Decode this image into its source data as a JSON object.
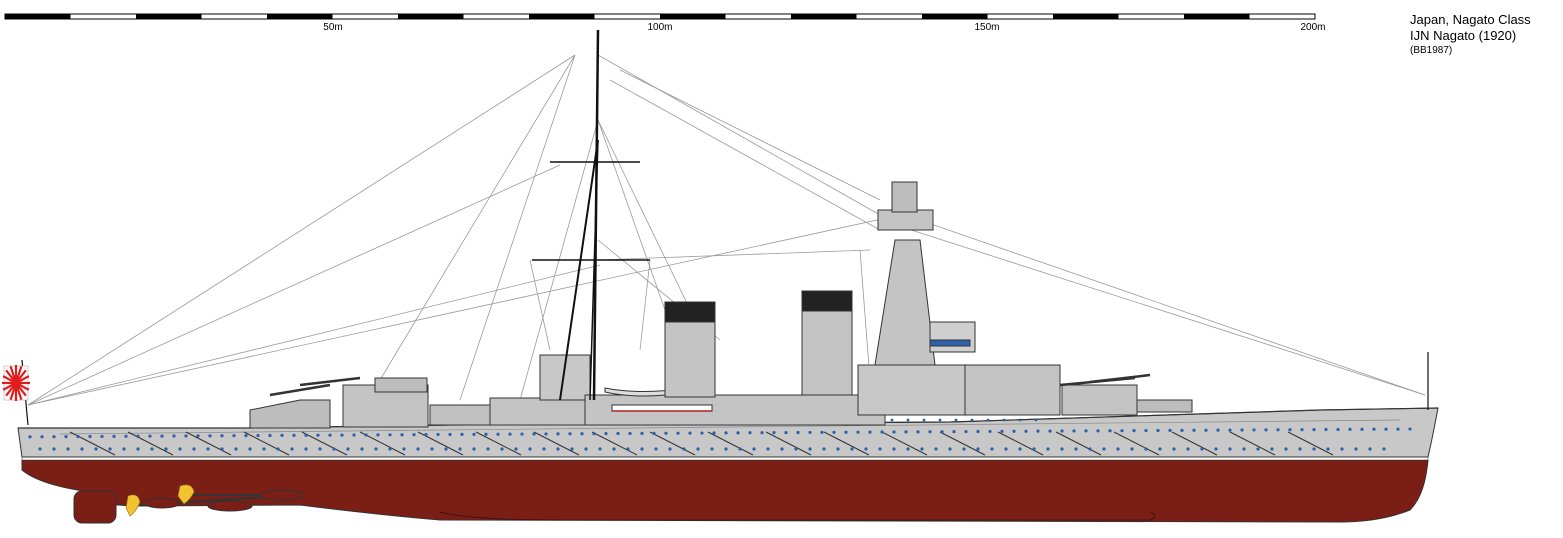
{
  "scale_bar": {
    "labels": [
      "50m",
      "100m",
      "150m",
      "200m"
    ],
    "max_m": 200
  },
  "title": {
    "line1": "Japan, Nagato Class",
    "line2": "IJN Nagato (1920)",
    "line3": "(BB1987)"
  },
  "colors": {
    "hull_below_waterline": "#7a1e16",
    "hull_upper": "#c8c8c8",
    "superstructure": "#bdbdbd",
    "outline": "#333333",
    "portholes": "#2f5fa8",
    "rigging": "#9a9a9a",
    "funnel_cap": "#222222",
    "boot_topping": "#ffffff",
    "flag_red": "#e21c1c",
    "propeller": "#f2c230"
  },
  "elements": {
    "flag": "rising-sun-ensign",
    "figure": "warship-profile-drawing"
  }
}
